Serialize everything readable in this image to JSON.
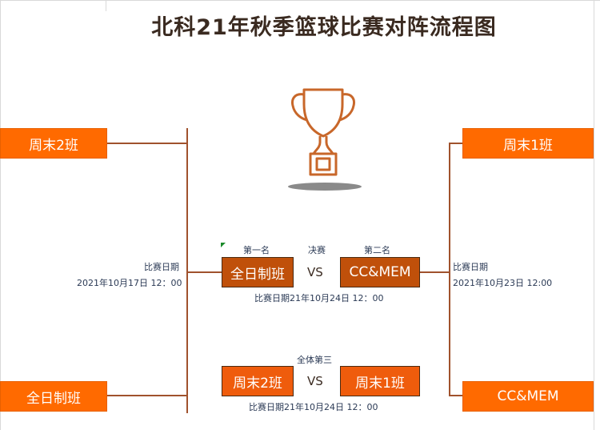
{
  "title": "北科21年秋季篮球比赛对阵流程图",
  "left_bracket": {
    "team_top": "周末2班",
    "team_bottom": "全日制班",
    "date_label": "比赛日期",
    "date_value": "2021年10月17日 12：00"
  },
  "right_bracket": {
    "team_top": "周末1班",
    "team_bottom": "CC&MEM",
    "date_label": "比赛日期",
    "date_value": "2021年10月23日 12:00"
  },
  "final": {
    "first_label": "第一名",
    "center_label": "决赛",
    "second_label": "第二名",
    "team_left": "全日制班",
    "vs": "VS",
    "team_right": "CC&MEM",
    "date": "比赛日期21年10月24日 12：00"
  },
  "third_place": {
    "label": "全体第三",
    "team_left": "周末2班",
    "vs": "VS",
    "team_right": "周末1班",
    "date": "比赛日期21年10月24日 12：00"
  },
  "colors": {
    "team_orange": "#ff6a00",
    "final_brown": "#c0500a",
    "line_brown": "#a0522d",
    "trophy": "#c8672a"
  },
  "icons": [
    "trophy-icon"
  ]
}
